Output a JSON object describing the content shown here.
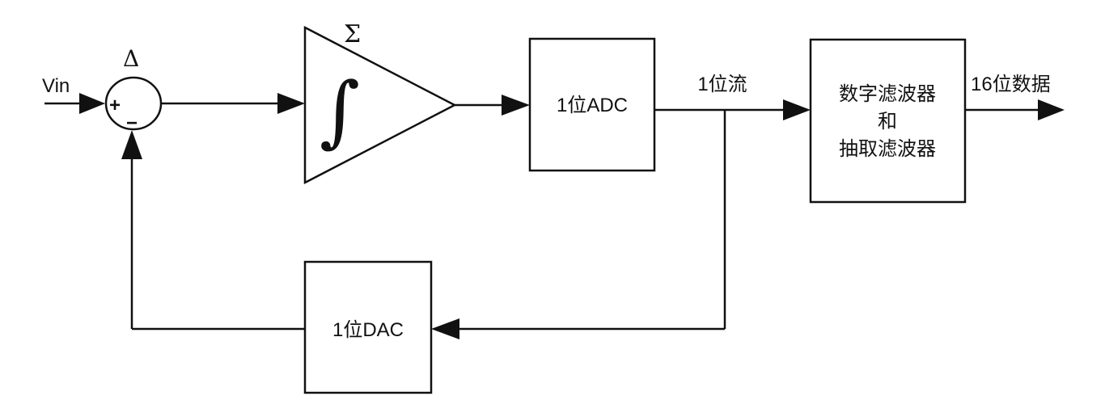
{
  "labels": {
    "input": "Vin",
    "delta": "Δ",
    "sigma": "Σ",
    "integral": "∫",
    "plus": "+",
    "minus": "−",
    "adc": "1位ADC",
    "bitstream": "1位流",
    "filter_line1": "数字滤波器",
    "filter_line2": "和",
    "filter_line3": "抽取滤波器",
    "output": "16位数据",
    "dac": "1位DAC"
  }
}
